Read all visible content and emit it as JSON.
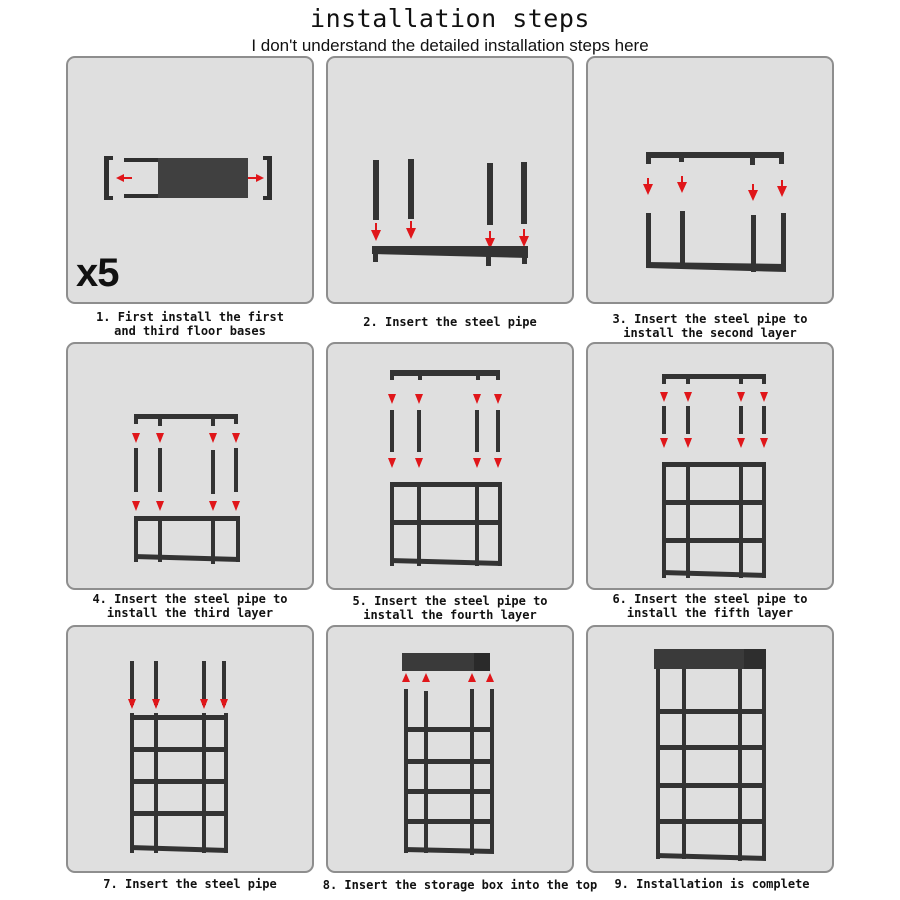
{
  "header": {
    "title": "installation steps",
    "subtitle": "I don't understand the detailed installation steps here"
  },
  "colors": {
    "panel_bg": "#dfdfdf",
    "panel_border": "#8e8e8e",
    "frame": "#2f2f2f",
    "arrow": "#e0161a"
  },
  "steps": [
    {
      "number": 1,
      "caption_line1": "1. First install the first",
      "caption_line2": "and third floor bases",
      "badge": "x5",
      "illustration": "shelf-base-assembly"
    },
    {
      "number": 2,
      "caption_line1": "2. Insert the steel pipe",
      "caption_line2": "",
      "illustration": "pipes-into-base"
    },
    {
      "number": 3,
      "caption_line1": "3. Insert the steel pipe to",
      "caption_line2": "install the second layer",
      "illustration": "second-layer"
    },
    {
      "number": 4,
      "caption_line1": "4. Insert the steel pipe to",
      "caption_line2": "install the third layer",
      "illustration": "third-layer"
    },
    {
      "number": 5,
      "caption_line1": "5. Insert the steel pipe to",
      "caption_line2": "install the fourth layer",
      "illustration": "fourth-layer"
    },
    {
      "number": 6,
      "caption_line1": "6. Insert the steel pipe to",
      "caption_line2": "install the fifth layer",
      "illustration": "fifth-layer"
    },
    {
      "number": 7,
      "caption_line1": "7. Insert the steel pipe",
      "caption_line2": "",
      "illustration": "top-pipes"
    },
    {
      "number": 8,
      "caption_line1": "8. Insert the storage box into the top",
      "caption_line2": "",
      "illustration": "storage-box-insert"
    },
    {
      "number": 9,
      "caption_line1": "9. Installation is complete",
      "caption_line2": "",
      "illustration": "complete-rack"
    }
  ]
}
